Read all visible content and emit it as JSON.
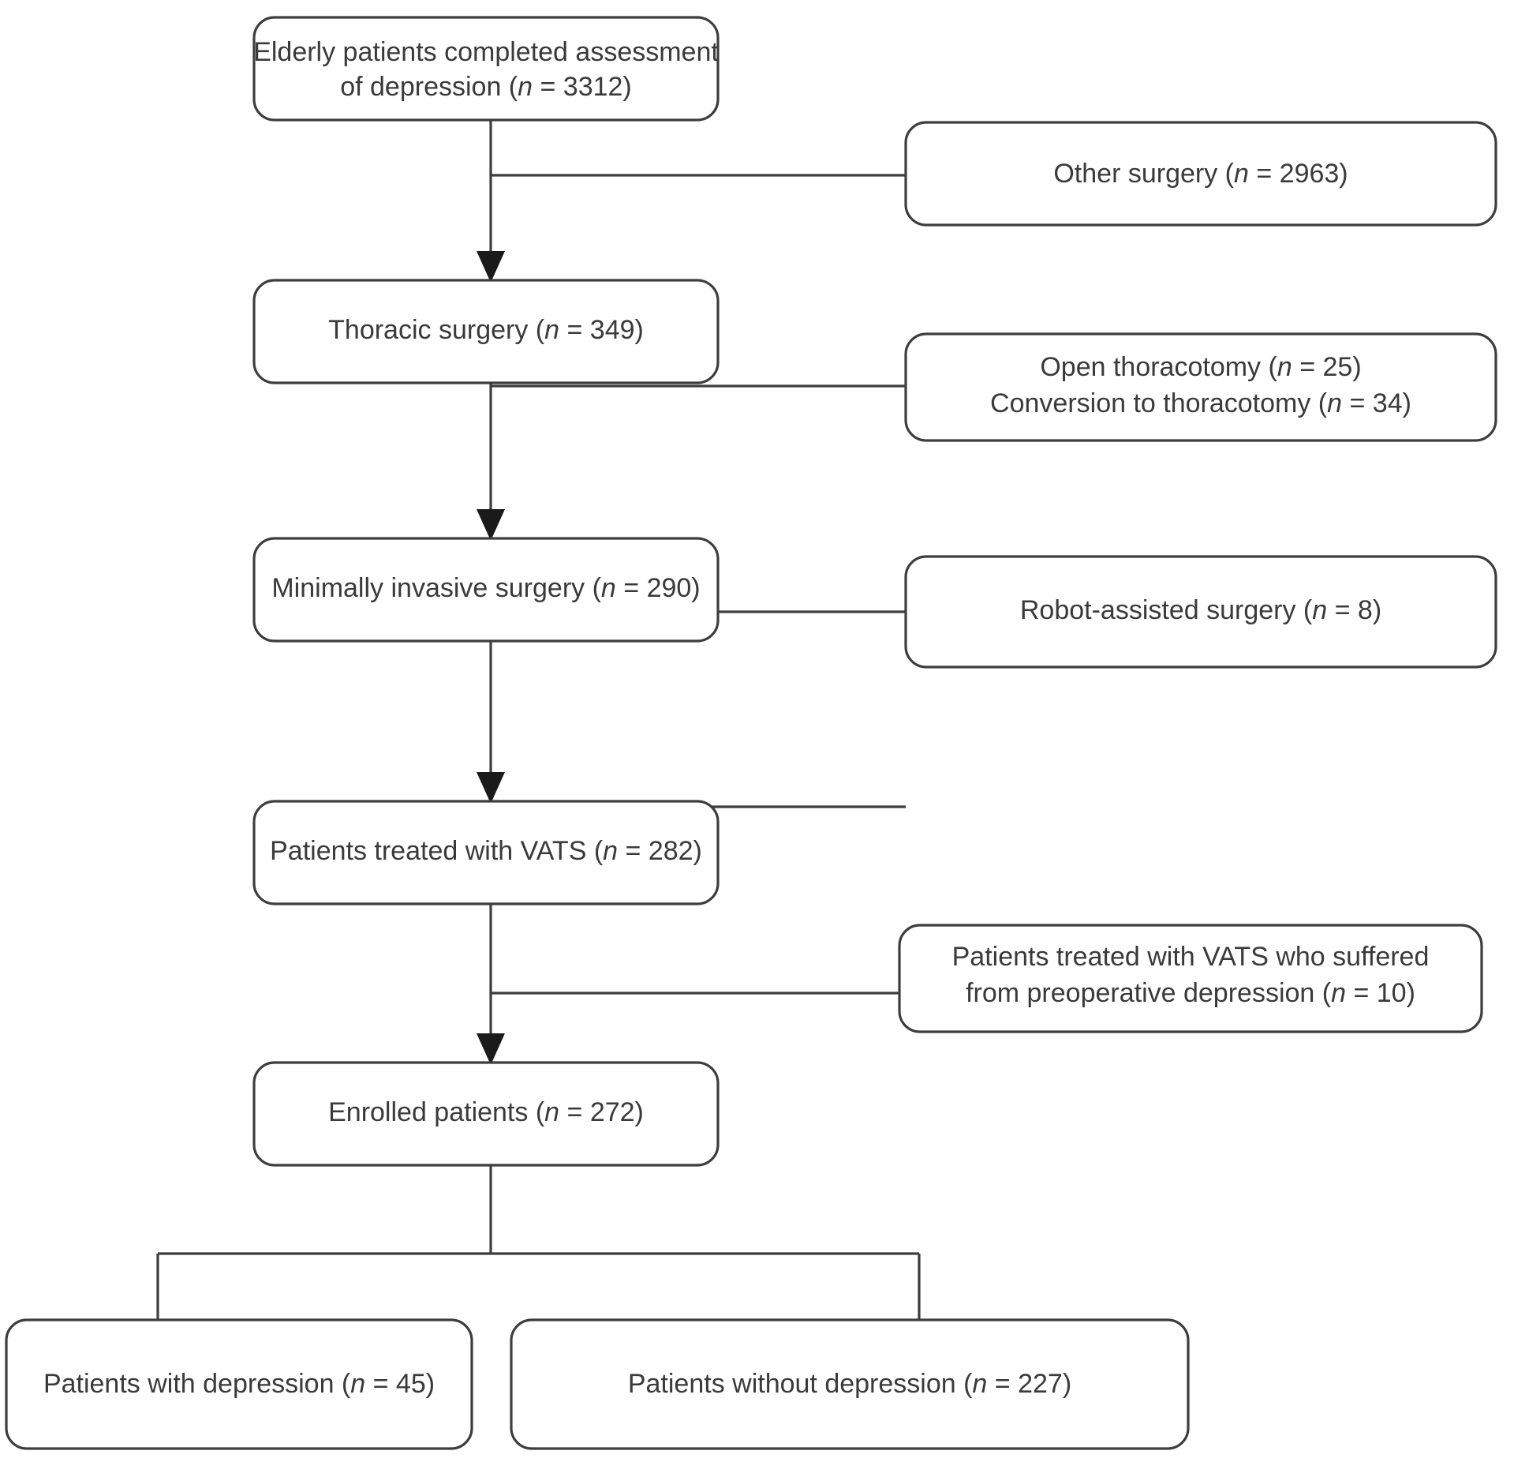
{
  "diagram": {
    "title": "Patient selection flow diagram",
    "type": "flowchart",
    "colors": {
      "box_stroke": "#3d3d3d",
      "box_fill": "#ffffff",
      "text": "#3a3a3a",
      "arrow": "#1a1a1a",
      "background": "#ffffff"
    },
    "main_nodes": [
      {
        "id": "assessment",
        "lines": [
          "Elderly patients completed assessment",
          "of depression (n = 3312)"
        ],
        "label_plain": "Elderly patients completed assessment of depression (n = 3312)",
        "n": 3312
      },
      {
        "id": "thoracic",
        "lines": [
          "Thoracic surgery (n = 349)"
        ],
        "label_plain": "Thoracic surgery (n = 349)",
        "n": 349
      },
      {
        "id": "minimally-invasive",
        "lines": [
          "Minimally invasive surgery (n = 290)"
        ],
        "label_plain": "Minimally invasive surgery (n = 290)",
        "n": 290
      },
      {
        "id": "vats",
        "lines": [
          "Patients treated with VATS (n = 282)"
        ],
        "label_plain": "Patients treated with VATS (n = 282)",
        "n": 282
      },
      {
        "id": "enrolled",
        "lines": [
          "Enrolled patients (n = 272)"
        ],
        "label_plain": "Enrolled patients (n = 272)",
        "n": 272
      }
    ],
    "exclusion_nodes": [
      {
        "id": "other-surgery",
        "lines": [
          "Other surgery (n = 2963)"
        ],
        "label_plain": "Other surgery (n = 2963)",
        "n": 2963
      },
      {
        "id": "thoracotomy",
        "lines": [
          "Open thoracotomy (n = 25)",
          "Conversion to thoracotomy (n = 34)"
        ],
        "label_plain": "Open thoracotomy (n = 25); Conversion to thoracotomy (n = 34)",
        "n": [
          25,
          34
        ]
      },
      {
        "id": "robot-assisted",
        "lines": [
          "Robot-assisted surgery (n = 8)"
        ],
        "label_plain": "Robot-assisted surgery (n = 8)",
        "n": 8
      },
      {
        "id": "preop-depression",
        "lines": [
          "Patients treated with VATS who suffered",
          "from preoperative depression (n = 10)"
        ],
        "label_plain": "Patients treated with VATS who suffered from preoperative depression (n = 10)",
        "n": 10
      }
    ],
    "outcome_nodes": [
      {
        "id": "with-depression",
        "lines": [
          "Patients with depression (n = 45)"
        ],
        "label_plain": "Patients with depression (n = 45)",
        "n": 45
      },
      {
        "id": "without-depression",
        "lines": [
          "Patients without depression (n = 227)"
        ],
        "label_plain": "Patients without depression (n = 227)",
        "n": 227
      }
    ]
  }
}
